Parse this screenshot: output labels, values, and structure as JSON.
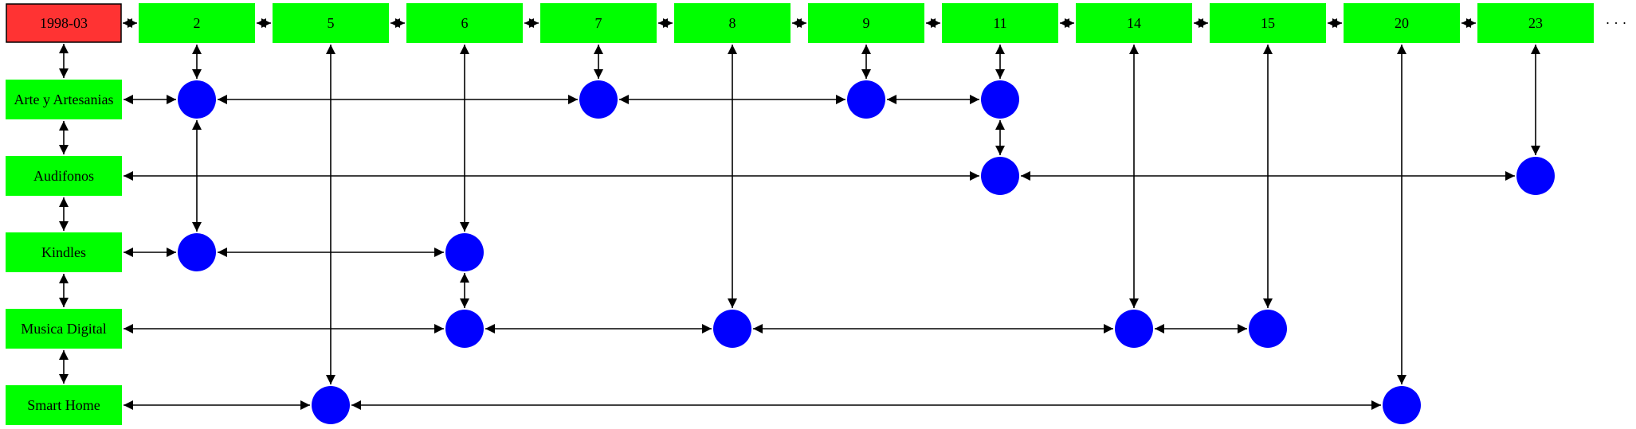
{
  "colors": {
    "root_fill": "#ff3333",
    "box_fill": "#00ff00",
    "node_fill": "#0000ff",
    "edge": "#000000"
  },
  "root": {
    "label": "1998-03"
  },
  "columns": [
    {
      "id": "c2",
      "label": "2"
    },
    {
      "id": "c5",
      "label": "5"
    },
    {
      "id": "c6",
      "label": "6"
    },
    {
      "id": "c7",
      "label": "7"
    },
    {
      "id": "c8",
      "label": "8"
    },
    {
      "id": "c9",
      "label": "9"
    },
    {
      "id": "c11",
      "label": "11"
    },
    {
      "id": "c14",
      "label": "14"
    },
    {
      "id": "c15",
      "label": "15"
    },
    {
      "id": "c20",
      "label": "20"
    },
    {
      "id": "c23",
      "label": "23"
    }
  ],
  "overflow_text": "· · ·",
  "rows": [
    {
      "id": "arte",
      "label": "Arte y Artesanias",
      "nodes": [
        "c2",
        "c7",
        "c9",
        "c11"
      ]
    },
    {
      "id": "audifonos",
      "label": "Audifonos",
      "nodes": [
        "c11",
        "c23"
      ]
    },
    {
      "id": "kindles",
      "label": "Kindles",
      "nodes": [
        "c2",
        "c6"
      ]
    },
    {
      "id": "musica",
      "label": "Musica Digital",
      "nodes": [
        "c6",
        "c8",
        "c14",
        "c15"
      ]
    },
    {
      "id": "smarthome",
      "label": "Smart Home",
      "nodes": [
        "c5",
        "c20"
      ]
    }
  ]
}
